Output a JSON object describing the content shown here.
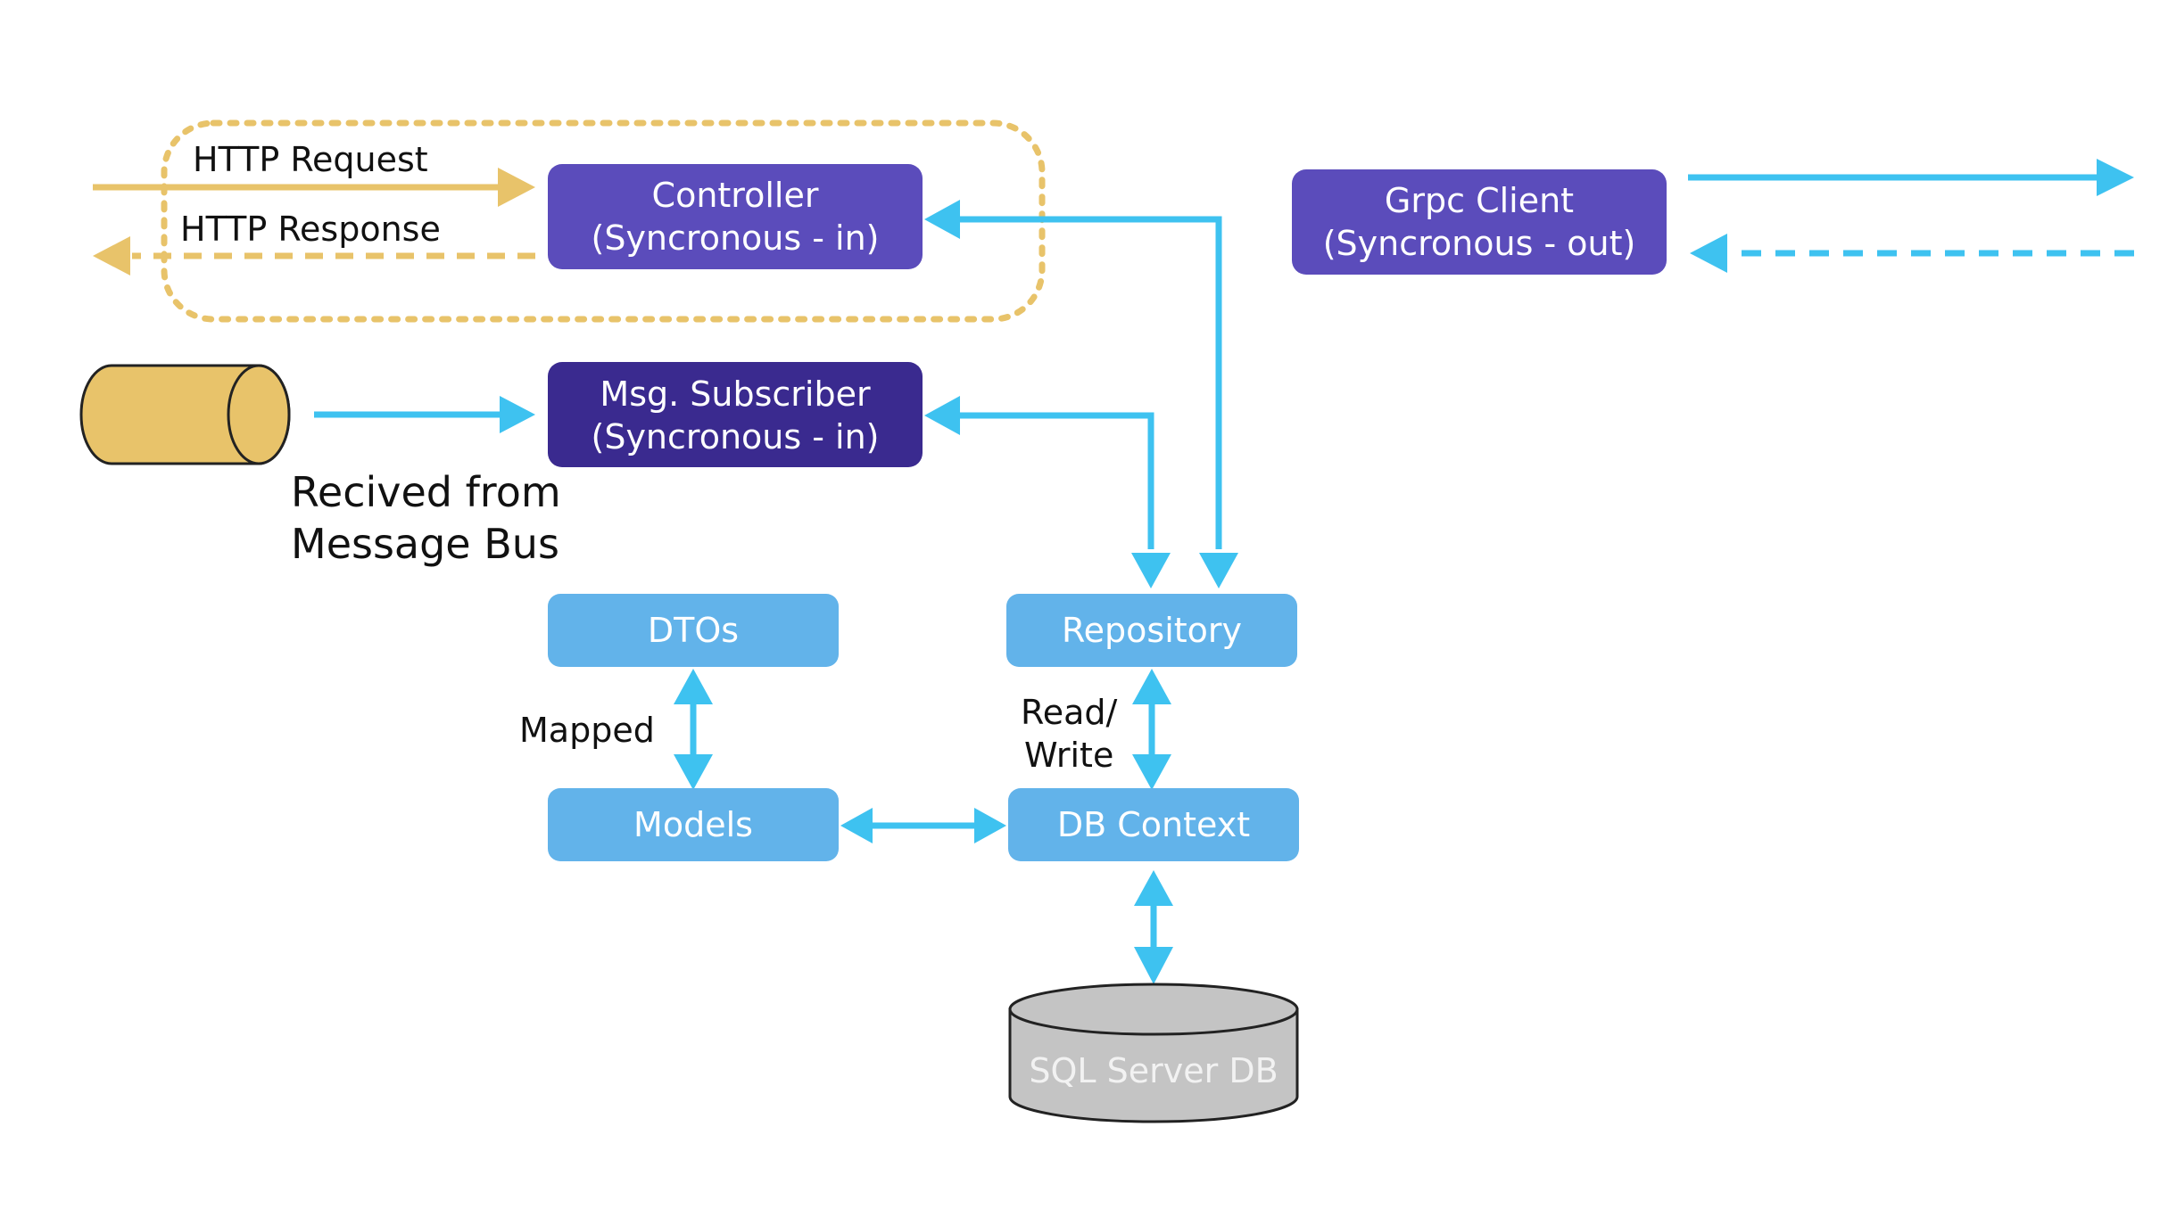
{
  "colors": {
    "purple": "#5b4cbb",
    "dark_purple": "#3a2a8f",
    "light_blue": "#62b3ea",
    "arrow_blue": "#3ec2f0",
    "gold": "#e8c36a",
    "db_gray": "#c4c4c4"
  },
  "controller": {
    "line1": "Controller",
    "line2": "(Syncronous - in)"
  },
  "grpc_client": {
    "line1": "Grpc Client",
    "line2": "(Syncronous - out)"
  },
  "msg_subscriber": {
    "line1": "Msg. Subscriber",
    "line2": "(Syncronous - in)"
  },
  "http": {
    "request": "HTTP Request",
    "response": "HTTP Response"
  },
  "bus_label": {
    "line1": "Recived from",
    "line2": "Message Bus"
  },
  "dtos": "DTOs",
  "models": "Models",
  "repository": "Repository",
  "db_context": "DB Context",
  "database": "SQL Server DB",
  "mapped_label": "Mapped",
  "readwrite_label": {
    "line1": "Read/",
    "line2": "Write"
  }
}
